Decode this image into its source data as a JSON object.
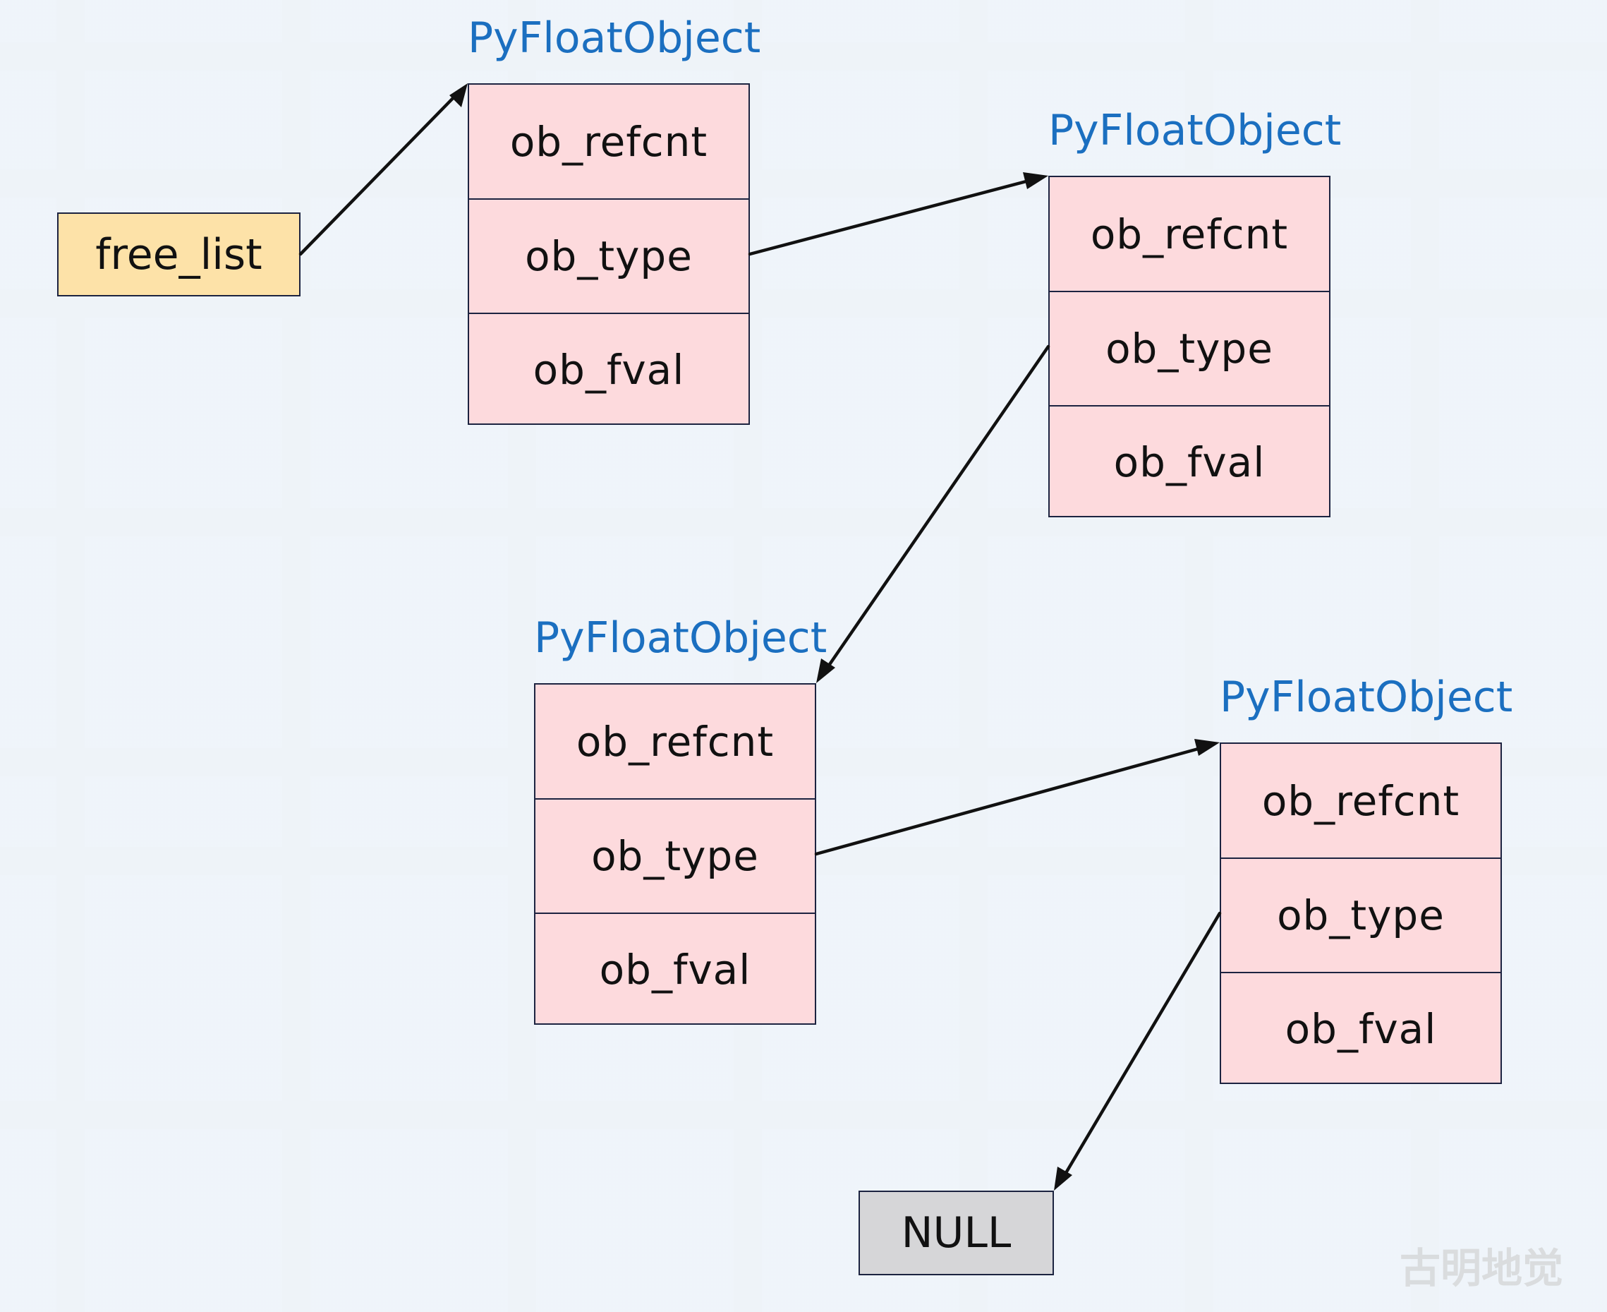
{
  "objects": [
    {
      "title": "PyFloatObject",
      "fields": [
        "ob_refcnt",
        "ob_type",
        "ob_fval"
      ]
    },
    {
      "title": "PyFloatObject",
      "fields": [
        "ob_refcnt",
        "ob_type",
        "ob_fval"
      ]
    },
    {
      "title": "PyFloatObject",
      "fields": [
        "ob_refcnt",
        "ob_type",
        "ob_fval"
      ]
    },
    {
      "title": "PyFloatObject",
      "fields": [
        "ob_refcnt",
        "ob_type",
        "ob_fval"
      ]
    }
  ],
  "free_list": "free_list",
  "null_label": "NULL",
  "watermark": "古明地觉",
  "colors": {
    "title": "#1b6fc0",
    "object_fill": "#fddadd",
    "free_list_fill": "#fde2a8",
    "null_fill": "#d6d6d8",
    "stroke": "#1c2340"
  }
}
